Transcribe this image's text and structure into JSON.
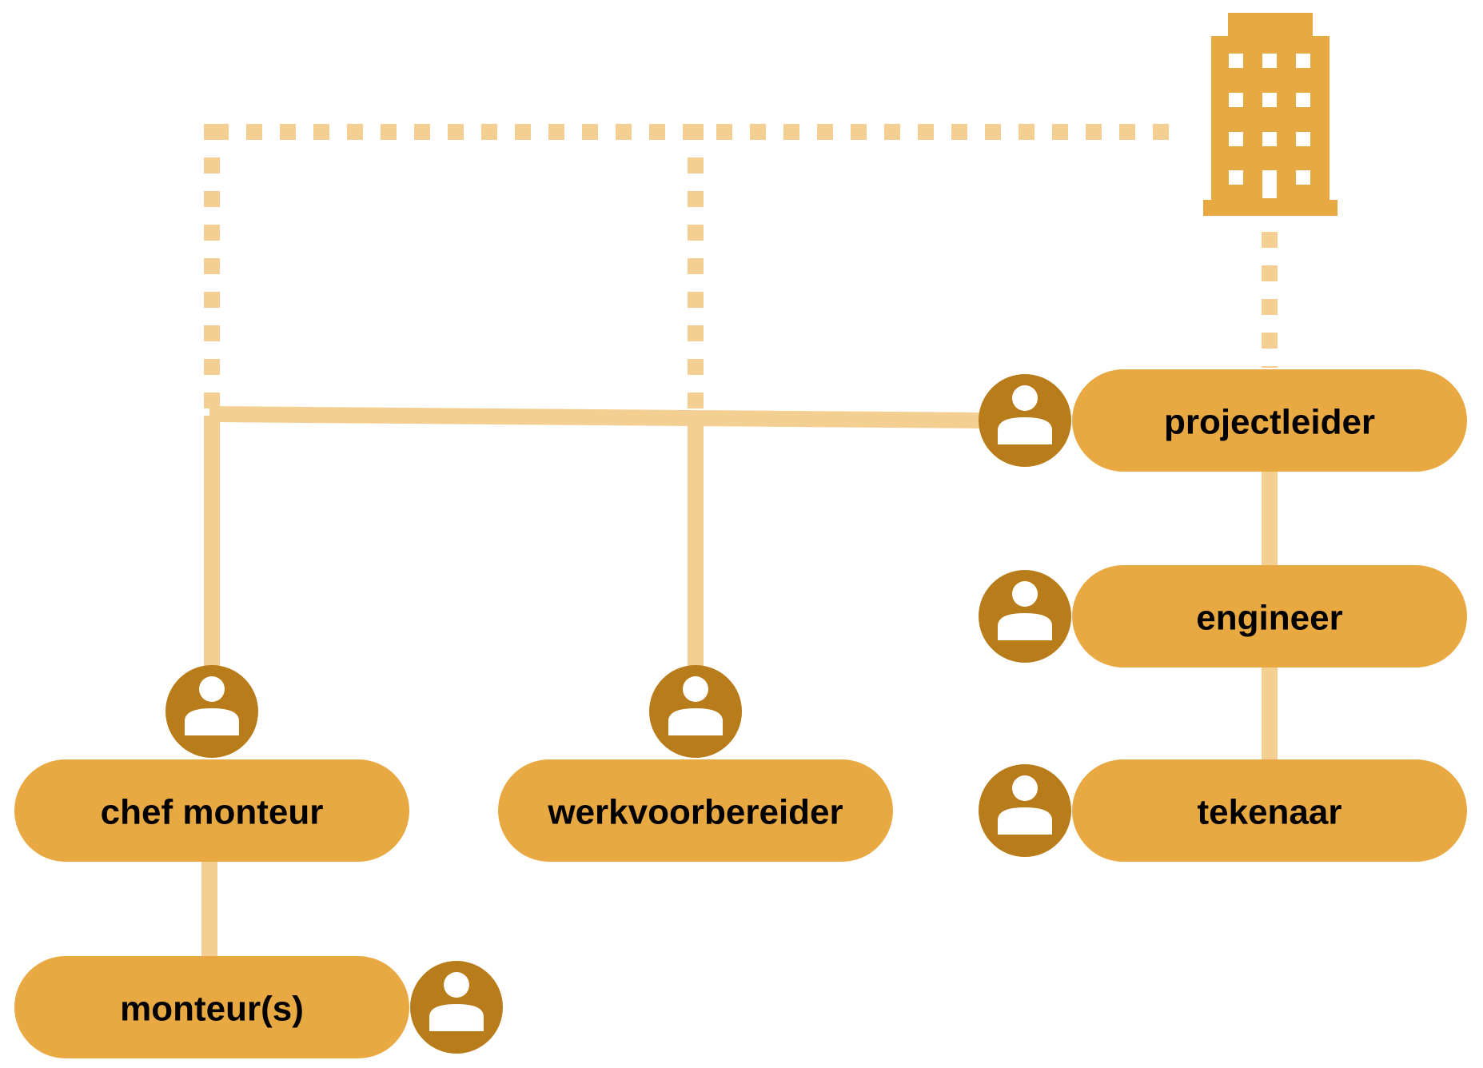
{
  "colors": {
    "role_fill": "#E8A942",
    "avatar_fill": "#B87D1A",
    "avatar_glyph": "#FFFFFF",
    "line": "#F3CF91",
    "building": "#E8A942",
    "label_text": "#000000"
  },
  "building": {
    "icon": "office-building-icon"
  },
  "roles": {
    "projectleider": {
      "label": "projectleider",
      "icon": "person-icon"
    },
    "engineer": {
      "label": "engineer",
      "icon": "person-icon"
    },
    "tekenaar": {
      "label": "tekenaar",
      "icon": "person-icon"
    },
    "chef_monteur": {
      "label": "chef monteur",
      "icon": "person-icon"
    },
    "werkvoorbereider": {
      "label": "werkvoorbereider",
      "icon": "person-icon"
    },
    "monteurs": {
      "label": "monteur(s)",
      "icon": "person-icon"
    }
  },
  "connections": [
    {
      "from": "building",
      "to": "projectleider",
      "style": "dotted"
    },
    {
      "from": "building",
      "to": "chef_monteur",
      "style": "dotted"
    },
    {
      "from": "building",
      "to": "werkvoorbereider",
      "style": "dotted"
    },
    {
      "from": "projectleider",
      "to": "chef_monteur",
      "style": "solid"
    },
    {
      "from": "projectleider",
      "to": "werkvoorbereider",
      "style": "solid"
    },
    {
      "from": "projectleider",
      "to": "engineer",
      "style": "solid"
    },
    {
      "from": "engineer",
      "to": "tekenaar",
      "style": "solid"
    },
    {
      "from": "chef_monteur",
      "to": "monteurs",
      "style": "solid"
    }
  ]
}
